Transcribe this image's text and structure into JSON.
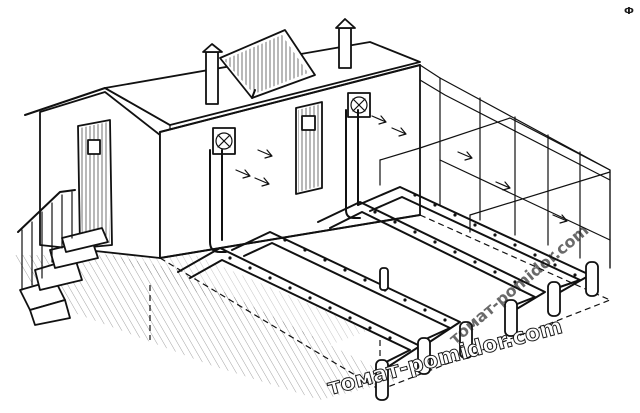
{
  "watermark": {
    "main": "томат-pomidor.com",
    "diagonal": "томат-pomidor.com",
    "corner": "Ф"
  }
}
